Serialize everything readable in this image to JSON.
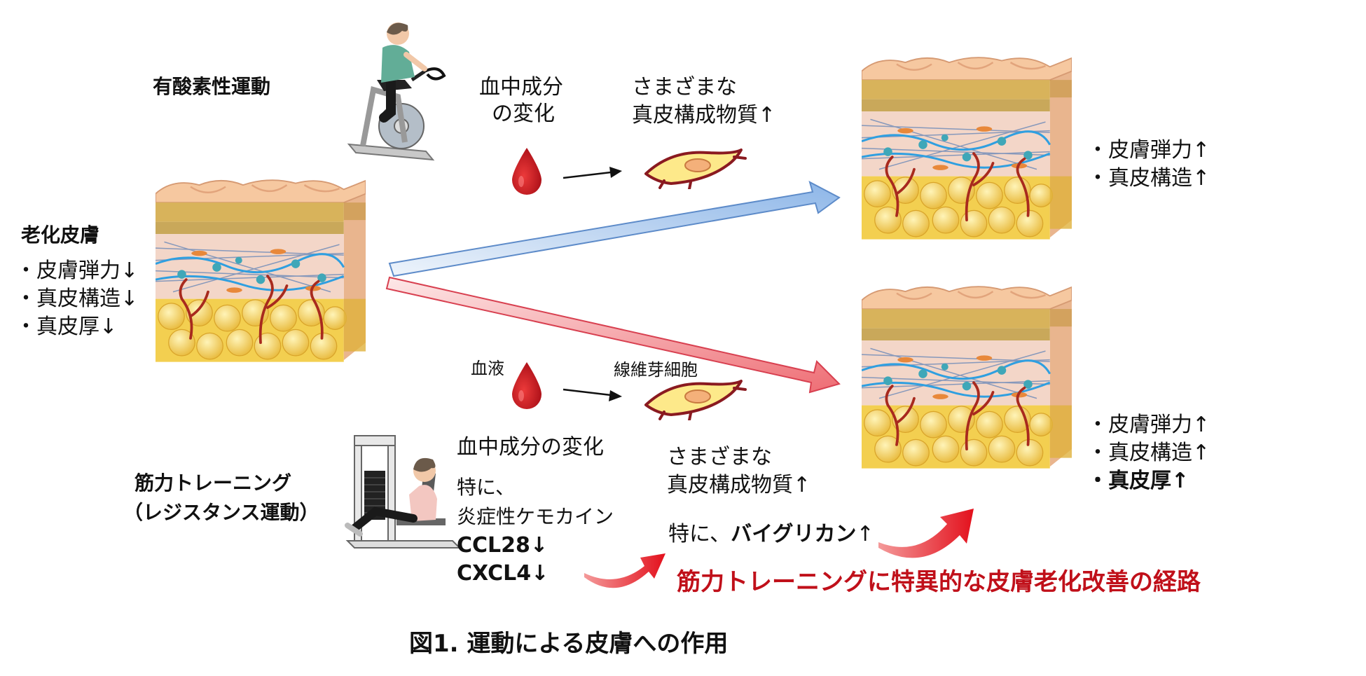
{
  "labels": {
    "aerobic": "有酸素性運動",
    "aged_skin_title": "老化皮膚",
    "aged_items": [
      "・皮膚弾力↓",
      "・真皮構造↓",
      "・真皮厚↓"
    ],
    "aero_blood_line1": "血中成分",
    "aero_blood_line2": "の変化",
    "aero_matrix_line1": "さまざまな",
    "aero_matrix_line2": "真皮構成物質↑",
    "aero_result": [
      "・皮膚弾力↑",
      "・真皮構造↑"
    ],
    "blood_label": "血液",
    "fibroblast_label": "線維芽細胞",
    "res_blood_change": "血中成分の変化",
    "res_especially": "特に、",
    "res_chemokine": "炎症性ケモカイン",
    "res_ccl28": "CCL28↓",
    "res_cxcl4": "CXCL4↓",
    "res_matrix_line1": "さまざまな",
    "res_matrix_line2": "真皮構成物質↑",
    "res_biglycan_prefix": "特に、",
    "res_biglycan": "バイグリカン",
    "res_biglycan_arrow": "↑",
    "res_result": [
      "・皮膚弾力↑",
      "・真皮構造↑",
      "・真皮厚↑"
    ],
    "resistance_line1": "筋力トレーニング",
    "resistance_line2": "（レジスタンス運動）",
    "specific_pathway": "筋力トレーニングに特異的な皮膚老化改善の経路",
    "figure_caption": "図1.  運動による皮膚への作用"
  },
  "icons": [
    "cycling-person-icon",
    "blood-drop-icon",
    "fibroblast-cell-icon",
    "leg-press-person-icon",
    "skin-cross-section-icon"
  ],
  "colors": {
    "blue_arrow": "#a9c8ee",
    "red_arrow": "#f4a0a4",
    "accent_red": "#c0101a",
    "blood": "#c8101c",
    "fibroblast_fill": "#fde98a",
    "epidermis": "#f5c9a6",
    "fat": "#f7d75c"
  }
}
